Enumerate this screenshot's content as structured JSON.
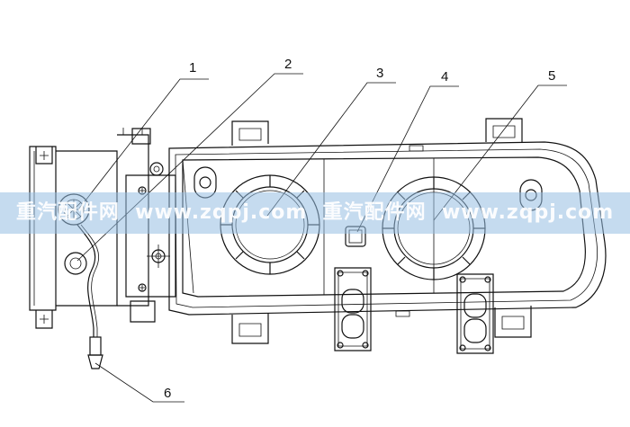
{
  "callouts": [
    {
      "label": "1"
    },
    {
      "label": "2"
    },
    {
      "label": "3"
    },
    {
      "label": "4"
    },
    {
      "label": "5"
    },
    {
      "label": "6"
    }
  ],
  "watermark": {
    "text": "重汽配件网  www.zqpj.com  重汽配件网  www.zqpj.com",
    "color": "#96bee1"
  }
}
